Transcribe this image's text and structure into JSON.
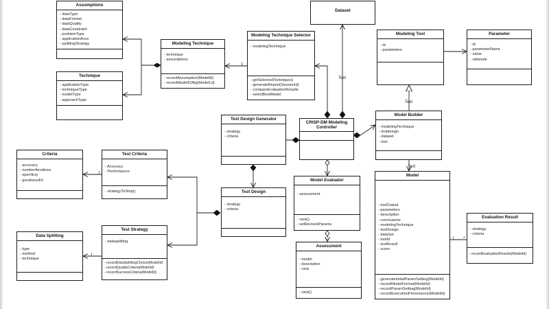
{
  "classes": {
    "assumptions": {
      "name": "Assumptions",
      "attributes": [
        "- dataType",
        "- dataFormat",
        "- dataQuality",
        "- dataConstraint",
        "- problemType",
        "- applicationArea",
        "- splittingStrategy"
      ],
      "operations": []
    },
    "technique": {
      "name": "Technique",
      "attributes": [
        "- applicationType",
        "- techniqueType",
        "- modelType",
        "- approachType"
      ],
      "operations": []
    },
    "modeling_technique": {
      "name": "Modeling Technique",
      "attributes": [
        "- technique",
        "- assumptions"
      ],
      "operations": [
        "- recordAssumption(ModelId)",
        "- recordModelIOAlg(ModelLd)"
      ]
    },
    "mt_selector": {
      "name": "Modeling Technique Selector",
      "attributes": [
        "- modelingTechnique"
      ],
      "operations": [
        "- getSelectedTechnique()",
        "- generateReport(SessionId)",
        "- compareEvaluationResults",
        "- selectBestModel"
      ]
    },
    "dataset": {
      "name": "Dataset",
      "attributes": [],
      "operations": []
    },
    "modeling_tool": {
      "name": "Modeling Tool",
      "attributes": [
        "- id",
        "- parameters"
      ],
      "operations": []
    },
    "parameter": {
      "name": "Parameter",
      "attributes": [
        "- id",
        "- parameterName",
        "- value",
        "- rationale"
      ],
      "operations": []
    },
    "controller": {
      "name": "CRISP-DM Modeling Controller",
      "attributes": [],
      "operations": []
    },
    "test_design_generator": {
      "name": "Test Design Generator",
      "attributes": [
        "- strategy",
        "- criteria"
      ],
      "operations": []
    },
    "model_builder": {
      "name": "Model Builder",
      "attributes": [
        "- modelingTechnique",
        "- testdesign",
        "- dataset",
        "- tool"
      ],
      "operations": []
    },
    "criteria": {
      "name": "Criteria",
      "attributes": [
        "- accuracy",
        "- numberIterations",
        "- specificty",
        "- goodnessFit"
      ],
      "operations": []
    },
    "test_criteria": {
      "name": "Test Criteria",
      "attributes": [
        "- Accuracy",
        "- Performance:"
      ],
      "operations": [
        "- strategyToStop()"
      ]
    },
    "test_design": {
      "name": "Test Design",
      "attributes": [
        "- strategy",
        "- criteria"
      ],
      "operations": []
    },
    "model_evaluator": {
      "name": "Model Evaluator",
      "attributes": [
        "- assessment"
      ],
      "operations": [
        "- rank()",
        "- setRevisedParams"
      ]
    },
    "model": {
      "name": "Model",
      "attributes": [
        "- toolOutput",
        "- parameters",
        "- description",
        "- conclusions",
        "- modelingTechnique",
        "- testDesign",
        "- dataSet",
        "- toolId",
        "- testResult",
        "- score"
      ],
      "operations": [
        "- generateInitialParamSetting(ModelId)",
        "- recordModelFormat(ModelId)",
        "- recordParamSetting(ModelId)",
        "- recordExecutionProvenance(ModelId)"
      ]
    },
    "data_splitting": {
      "name": "Data Splitting",
      "attributes": [
        "- type",
        "- method",
        "- technique"
      ],
      "operations": []
    },
    "test_strategy": {
      "name": "Test Strategy",
      "attributes": [
        "- datasplitting"
      ],
      "operations": [
        "- recordDataSplittingChoice(ModelId)",
        "- recordQualityCriteria(ModelId)",
        "- recordSuccessCriteria(ModelId)"
      ]
    },
    "assessment": {
      "name": "Assessment",
      "attributes": [
        "- model",
        "- description",
        "- rank"
      ],
      "operations": [
        "- rank()"
      ]
    },
    "evaluation_result": {
      "name": "Evaluation Result",
      "attributes": [
        "- strategy",
        "- criteria"
      ],
      "operations": [
        "- recordEvaluationResults(ModelId)"
      ]
    }
  },
  "labels": {
    "selector_one": "1",
    "dataset_text": "Text",
    "tool_text": "Text",
    "model_text": "Text",
    "criteria_one": "1",
    "splitting_one": "1",
    "eval_one": "1",
    "eval_many": "*"
  }
}
